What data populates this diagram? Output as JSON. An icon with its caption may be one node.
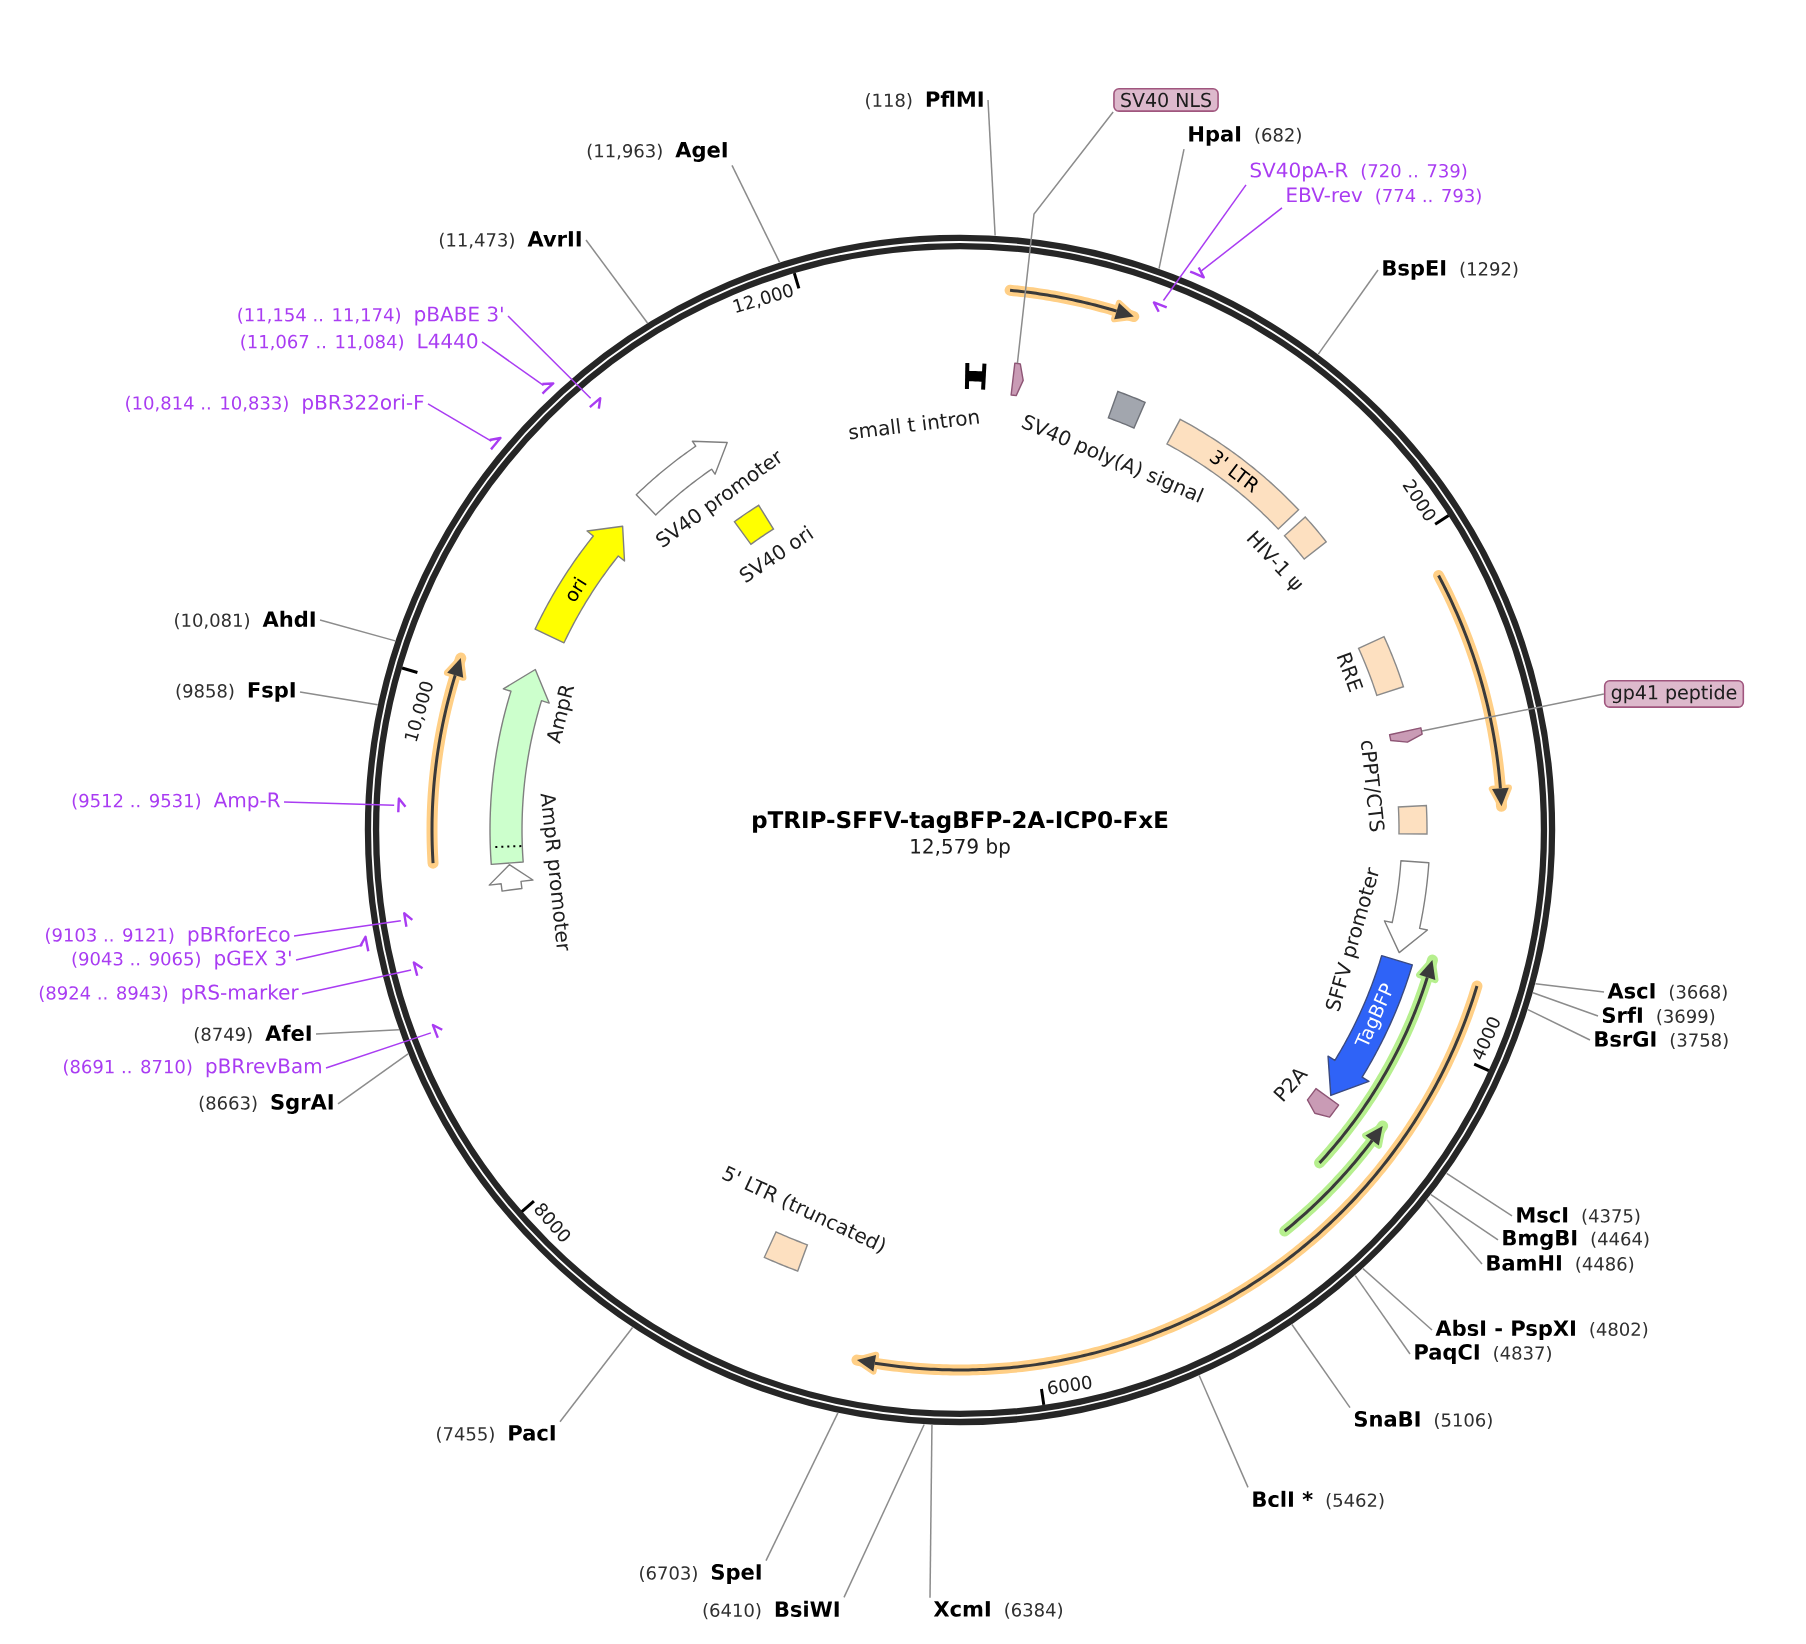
{
  "diagram": {
    "title": "pTRIP-SFFV-tagBFP-2A-ICP0-FxE",
    "nodes": [
      {
        "text": [
          "(118)",
          "PflMI"
        ]
      },
      {
        "text": [
          "HpaI",
          "(682)"
        ]
      },
      {
        "text": [
          "BspEI",
          "(1292)"
        ]
      },
      {
        "text": [
          "AscI",
          "(3668)"
        ]
      },
      {
        "text": [
          "SrfI",
          "(3699)"
        ]
      },
      {
        "text": [
          "BsrGI",
          "(3758)"
        ]
      },
      {
        "text": [
          "MscI",
          "(4375)"
        ]
      },
      {
        "text": [
          "BmgBI",
          "(4464)"
        ]
      },
      {
        "text": [
          "BamHI",
          "(4486)"
        ]
      },
      {
        "text": [
          "AbsI - PspXI",
          "(4802)"
        ]
      },
      {
        "text": [
          "PaqCI",
          "(4837)"
        ]
      },
      {
        "text": [
          "SnaBI",
          "(5106)"
        ]
      },
      {
        "text": [
          "BclI *",
          "(5462)"
        ]
      },
      {
        "text": [
          "XcmI",
          "(6384)"
        ]
      },
      {
        "text": [
          "(6410)",
          "BsiWI"
        ]
      },
      {
        "text": [
          "(6703)",
          "SpeI"
        ]
      },
      {
        "text": [
          "(7455)",
          "PacI"
        ]
      },
      {
        "text": [
          "(8663)",
          "SgrAI"
        ]
      },
      {
        "text": [
          "(8749)",
          "AfeI"
        ]
      },
      {
        "text": [
          "(9858)",
          "FspI"
        ]
      },
      {
        "text": [
          "(10,081)",
          "AhdI"
        ]
      },
      {
        "text": [
          "(11,473)",
          "AvrII"
        ]
      },
      {
        "text": [
          "(11,963)",
          "AgeI"
        ]
      },
      {
        "text": [
          "SV40pA-R",
          "(720 .. 739)"
        ]
      },
      {
        "text": [
          "EBV-rev",
          "(774 .. 793)"
        ]
      },
      {
        "text": [
          "(11,154 .. 11,174)",
          "pBABE 3'"
        ]
      },
      {
        "text": [
          "(11,067 .. 11,084)",
          "L4440"
        ]
      },
      {
        "text": [
          "(10,814 .. 10,833)",
          "pBR322ori-F"
        ]
      },
      {
        "text": [
          "(9512 .. 9531)",
          "Amp-R"
        ]
      },
      {
        "text": [
          "(9103 .. 9121)",
          "pBRforEco"
        ]
      },
      {
        "text": [
          "(9043 .. 9065)",
          "pGEX 3'"
        ]
      },
      {
        "text": [
          "(8924 .. 8943)",
          "pRS-marker"
        ]
      },
      {
        "text": [
          "(8691 .. 8710)",
          "pBRrevBam"
        ]
      },
      {
        "text": [],
        "shape": "arrow"
      },
      {
        "text": [],
        "shape": "arrow"
      },
      {
        "text": [],
        "shape": "arrow"
      },
      {
        "text": [],
        "shape": "arrow"
      },
      {
        "text": [],
        "shape": "arrow"
      },
      {
        "text": [],
        "shape": "arrow"
      },
      {
        "text": [],
        "shape": "arrow"
      },
      {
        "text": [],
        "shape": "arrow"
      },
      {
        "text": [],
        "shape": "arrow"
      },
      {
        "text": [],
        "shape": "arrow"
      },
      {
        "text": [
          "SV40 NLS"
        ]
      },
      {
        "text": [
          "gp41 peptide"
        ]
      },
      {
        "text": [],
        "shape": "bar",
        "beside": [
          "small t intron"
        ]
      },
      {
        "text": [],
        "shape": "arrow"
      },
      {
        "text": [],
        "shape": "box",
        "beside": [
          "SV40 poly(A) signal"
        ]
      },
      {
        "text": [
          "3' LTR"
        ]
      },
      {
        "text": [],
        "shape": "box",
        "beside": [
          "HIV-1 ψ"
        ]
      },
      {
        "text": [],
        "shape": "box",
        "beside": [
          "RRE"
        ]
      },
      {
        "text": [],
        "shape": "arrow"
      },
      {
        "text": [],
        "shape": "box",
        "beside": [
          "cPPT/CTS"
        ]
      },
      {
        "text": [],
        "shape": "arrow",
        "beside": [
          "SFFV promoter"
        ]
      },
      {
        "text": [
          "TagBFP"
        ]
      },
      {
        "text": [],
        "shape": "arrow",
        "beside": [
          "P2A"
        ]
      },
      {
        "text": [],
        "shape": "box",
        "beside": [
          "5' LTR (truncated)"
        ]
      },
      {
        "text": [],
        "shape": "arrow",
        "beside": [
          "AmpR promoter"
        ]
      },
      {
        "text": [],
        "shape": "arrow",
        "beside": [
          "AmpR"
        ]
      },
      {
        "text": [
          "ori"
        ]
      },
      {
        "text": [],
        "shape": "arrow",
        "beside": [
          "SV40 promoter"
        ]
      },
      {
        "text": [],
        "shape": "box",
        "beside": [
          "SV40 ori"
        ]
      }
    ],
    "edges": [
      {
        "from": 0,
        "to": null,
        "arrow": "none"
      },
      {
        "from": 1,
        "to": null,
        "arrow": "none"
      },
      {
        "from": 2,
        "to": null,
        "arrow": "none"
      },
      {
        "from": 3,
        "to": null,
        "arrow": "none"
      },
      {
        "from": 4,
        "to": null,
        "arrow": "none"
      },
      {
        "from": 5,
        "to": null,
        "arrow": "none"
      },
      {
        "from": 6,
        "to": null,
        "arrow": "none"
      },
      {
        "from": 7,
        "to": null,
        "arrow": "none"
      },
      {
        "from": 8,
        "to": null,
        "arrow": "none"
      },
      {
        "from": 9,
        "to": null,
        "arrow": "none"
      },
      {
        "from": 10,
        "to": null,
        "arrow": "none"
      },
      {
        "from": 11,
        "to": null,
        "arrow": "none"
      },
      {
        "from": 12,
        "to": null,
        "arrow": "none"
      },
      {
        "from": 13,
        "to": null,
        "arrow": "none"
      },
      {
        "from": 14,
        "to": null,
        "arrow": "none"
      },
      {
        "from": 15,
        "to": null,
        "arrow": "none"
      },
      {
        "from": 16,
        "to": null,
        "arrow": "none"
      },
      {
        "from": 17,
        "to": null,
        "arrow": "none"
      },
      {
        "from": 18,
        "to": null,
        "arrow": "none"
      },
      {
        "from": 19,
        "to": null,
        "arrow": "none"
      },
      {
        "from": 20,
        "to": null,
        "arrow": "none"
      },
      {
        "from": 21,
        "to": null,
        "arrow": "none"
      },
      {
        "from": 22,
        "to": null,
        "arrow": "none"
      },
      {
        "from": 23,
        "to": 34,
        "arrow": "none",
        "color": "#a93cf2"
      },
      {
        "from": 24,
        "to": 33,
        "arrow": "none",
        "color": "#a93cf2"
      },
      {
        "from": 25,
        "to": 36,
        "arrow": "none",
        "color": "#a93cf2"
      },
      {
        "from": 26,
        "to": 35,
        "arrow": "none",
        "color": "#a93cf2"
      },
      {
        "from": 27,
        "to": 37,
        "arrow": "none",
        "color": "#a93cf2"
      },
      {
        "from": 28,
        "to": 38,
        "arrow": "none",
        "color": "#a93cf2"
      },
      {
        "from": 29,
        "to": 39,
        "arrow": "none",
        "color": "#a93cf2"
      },
      {
        "from": 30,
        "to": 40,
        "arrow": "none",
        "color": "#a93cf2"
      },
      {
        "from": 31,
        "to": 41,
        "arrow": "none",
        "color": "#a93cf2"
      },
      {
        "from": 32,
        "to": 42,
        "arrow": "none",
        "color": "#a93cf2"
      },
      {
        "from": 43,
        "to": 46,
        "arrow": "none"
      },
      {
        "from": 44,
        "to": 51,
        "arrow": "none"
      }
    ],
    "labels": [
      "12,579 bp",
      "2000",
      "4000",
      "6000",
      "8000",
      "10,000",
      "12,000"
    ]
  }
}
